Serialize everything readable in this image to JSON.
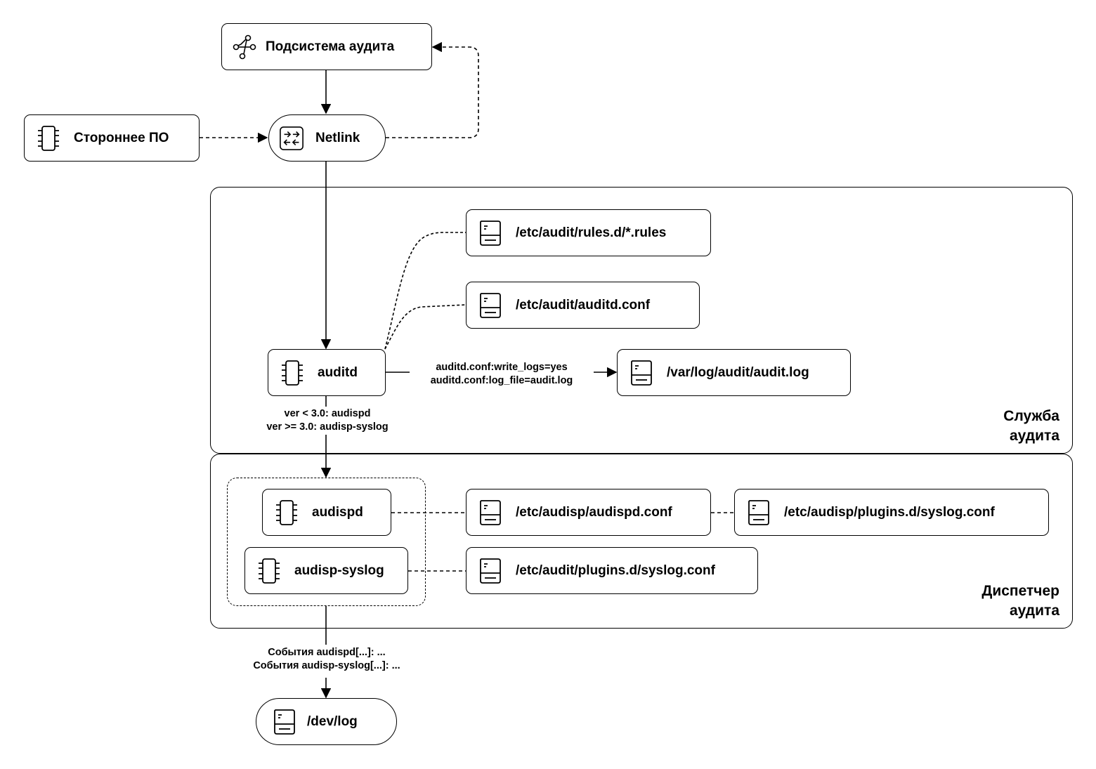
{
  "nodes": {
    "audit_subsystem": {
      "label": "Подсистема аудита",
      "icon": "branch-icon"
    },
    "third_party": {
      "label": "Стороннее ПО",
      "icon": "chip-icon"
    },
    "netlink": {
      "label": "Netlink",
      "icon": "swap-arrows-icon"
    },
    "rules_d": {
      "label": "/etc/audit/rules.d/*.rules",
      "icon": "file-icon"
    },
    "auditd_conf": {
      "label": "/etc/audit/auditd.conf",
      "icon": "file-icon"
    },
    "auditd": {
      "label": "auditd",
      "icon": "chip-icon"
    },
    "audit_log": {
      "label": "/var/log/audit/audit.log",
      "icon": "file-icon"
    },
    "audispd": {
      "label": "audispd",
      "icon": "chip-icon"
    },
    "audispd_conf": {
      "label": "/etc/audisp/audispd.conf",
      "icon": "file-icon"
    },
    "audisp_plugins_syslog": {
      "label": "/etc/audisp/plugins.d/syslog.conf",
      "icon": "file-icon"
    },
    "audisp_syslog": {
      "label": "audisp-syslog",
      "icon": "chip-icon"
    },
    "audit_plugins_syslog": {
      "label": "/etc/audit/plugins.d/syslog.conf",
      "icon": "file-icon"
    },
    "dev_log": {
      "label": "/dev/log",
      "icon": "file-icon"
    }
  },
  "groups": {
    "audit_service": {
      "line1": "Служба",
      "line2": "аудита"
    },
    "audit_dispatcher": {
      "line1": "Диспетчер",
      "line2": "аудита"
    }
  },
  "edge_labels": {
    "write_logs": {
      "line1": "auditd.conf:write_logs=yes",
      "line2": "auditd.conf:log_file=audit.log"
    },
    "version": {
      "line1": "ver < 3.0: audispd",
      "line2": "ver >= 3.0: audisp-syslog"
    },
    "events": {
      "line1": "События audispd[...]: ...",
      "line2": "События audisp-syslog[...]: ..."
    }
  }
}
